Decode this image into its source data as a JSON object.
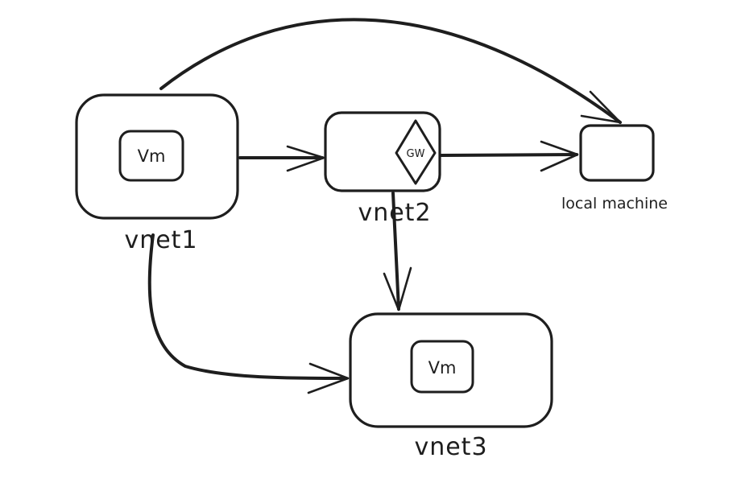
{
  "nodes": {
    "vnet1": {
      "label": "vnet1",
      "inner": "Vm"
    },
    "vnet2": {
      "label": "vnet2",
      "gateway": "GW"
    },
    "vnet3": {
      "label": "vnet3",
      "inner": "Vm"
    },
    "local_machine": {
      "label": "local machine"
    }
  },
  "edges": [
    {
      "from": "vnet1",
      "to": "vnet2"
    },
    {
      "from": "vnet1",
      "to": "local_machine"
    },
    {
      "from": "vnet2",
      "to": "local_machine"
    },
    {
      "from": "vnet2",
      "to": "vnet3"
    },
    {
      "from": "vnet1",
      "to": "vnet3"
    }
  ],
  "style": {
    "stroke_color": "#1e1e1e",
    "background": "#ffffff"
  }
}
